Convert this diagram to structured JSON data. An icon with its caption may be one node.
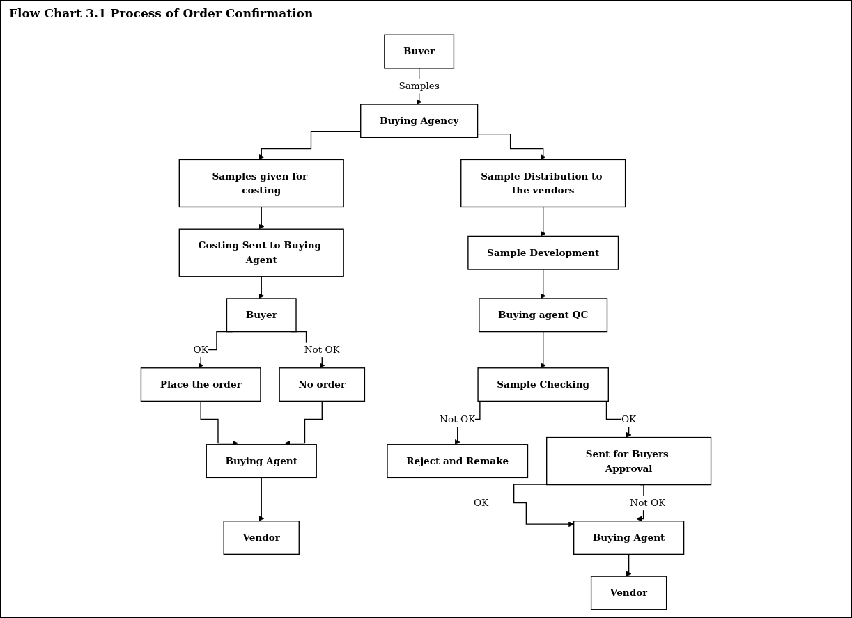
{
  "diagram": {
    "title": "Flow Chart 3.1 Process of Order Confirmation",
    "nodes": [
      {
        "text": [
          "Buyer"
        ]
      },
      {
        "text": [
          "Buying Agency"
        ]
      },
      {
        "text": [
          "Sample Distribution to the vendors"
        ]
      },
      {
        "text": [
          "Samples given for costing"
        ]
      },
      {
        "text": [
          "Sample Development"
        ]
      },
      {
        "text": [
          "Costing Sent to Buying Agent"
        ]
      },
      {
        "text": [
          "Buying agent QC"
        ]
      },
      {
        "text": [
          "Buyer"
        ]
      },
      {
        "text": [
          "Sample Checking"
        ]
      },
      {
        "text": [
          "Place the order"
        ]
      },
      {
        "text": [
          "No order"
        ]
      },
      {
        "text": [
          "Sent for Buyers Approval"
        ]
      },
      {
        "text": [
          "Reject and Remake"
        ]
      },
      {
        "text": [
          "Buying Agent"
        ]
      },
      {
        "text": [
          "Vendor"
        ]
      },
      {
        "text": [
          "Buying Agent"
        ]
      },
      {
        "text": [
          "Vendor"
        ]
      }
    ],
    "edges": [
      {
        "from": 0,
        "to": 1,
        "arrow": "to",
        "label": "Samples"
      },
      {
        "from": 1,
        "to": 2,
        "arrow": "to"
      },
      {
        "from": 1,
        "to": 3,
        "arrow": "to"
      },
      {
        "from": 2,
        "to": 4,
        "arrow": "to"
      },
      {
        "from": 4,
        "to": 6,
        "arrow": "to"
      },
      {
        "from": 6,
        "to": 8,
        "arrow": "to"
      },
      {
        "from": 8,
        "to": 11,
        "arrow": "to",
        "label": "OK"
      },
      {
        "from": 8,
        "to": 12,
        "arrow": "to",
        "label": "Not OK"
      },
      {
        "from": 11,
        "to": 15,
        "arrow": "to",
        "label": "OK"
      },
      {
        "from": 11,
        "to": 15,
        "arrow": "to",
        "label": "Not OK"
      },
      {
        "from": 15,
        "to": 16,
        "arrow": "to"
      },
      {
        "from": 3,
        "to": 5,
        "arrow": "to"
      },
      {
        "from": 5,
        "to": 7,
        "arrow": "to"
      },
      {
        "from": 7,
        "to": 9,
        "arrow": "to",
        "label": "OK"
      },
      {
        "from": 7,
        "to": 10,
        "arrow": "to",
        "label": "Not OK"
      },
      {
        "from": 9,
        "to": 13,
        "arrow": "to"
      },
      {
        "from": 10,
        "to": 13,
        "arrow": "to"
      },
      {
        "from": 13,
        "to": 14,
        "arrow": "to"
      }
    ]
  }
}
